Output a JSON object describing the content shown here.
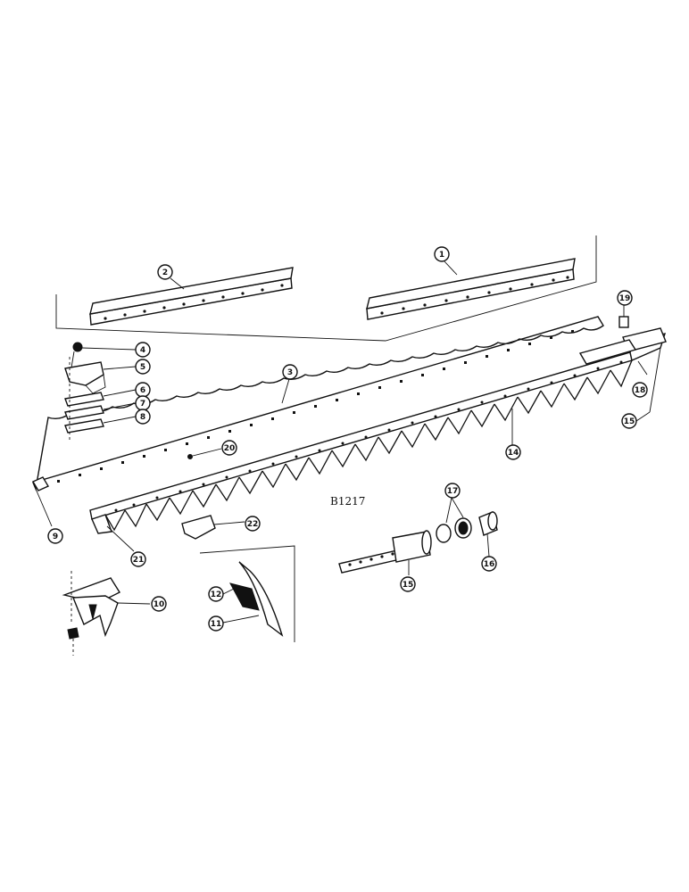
{
  "drawing_code": "B1217",
  "callouts": [
    {
      "num": "1",
      "name": "callout-1"
    },
    {
      "num": "2",
      "name": "callout-2"
    },
    {
      "num": "3",
      "name": "callout-3"
    },
    {
      "num": "4",
      "name": "callout-4"
    },
    {
      "num": "5",
      "name": "callout-5"
    },
    {
      "num": "6",
      "name": "callout-6"
    },
    {
      "num": "7",
      "name": "callout-7"
    },
    {
      "num": "8",
      "name": "callout-8"
    },
    {
      "num": "9",
      "name": "callout-9"
    },
    {
      "num": "10",
      "name": "callout-10"
    },
    {
      "num": "11",
      "name": "callout-11"
    },
    {
      "num": "12",
      "name": "callout-12"
    },
    {
      "num": "14",
      "name": "callout-14"
    },
    {
      "num": "15",
      "name": "callout-15-right"
    },
    {
      "num": "15",
      "name": "callout-15-lower"
    },
    {
      "num": "16",
      "name": "callout-16"
    },
    {
      "num": "17",
      "name": "callout-17"
    },
    {
      "num": "18",
      "name": "callout-18"
    },
    {
      "num": "19",
      "name": "callout-19"
    },
    {
      "num": "20",
      "name": "callout-20"
    },
    {
      "num": "21",
      "name": "callout-21"
    },
    {
      "num": "22",
      "name": "callout-22"
    }
  ]
}
